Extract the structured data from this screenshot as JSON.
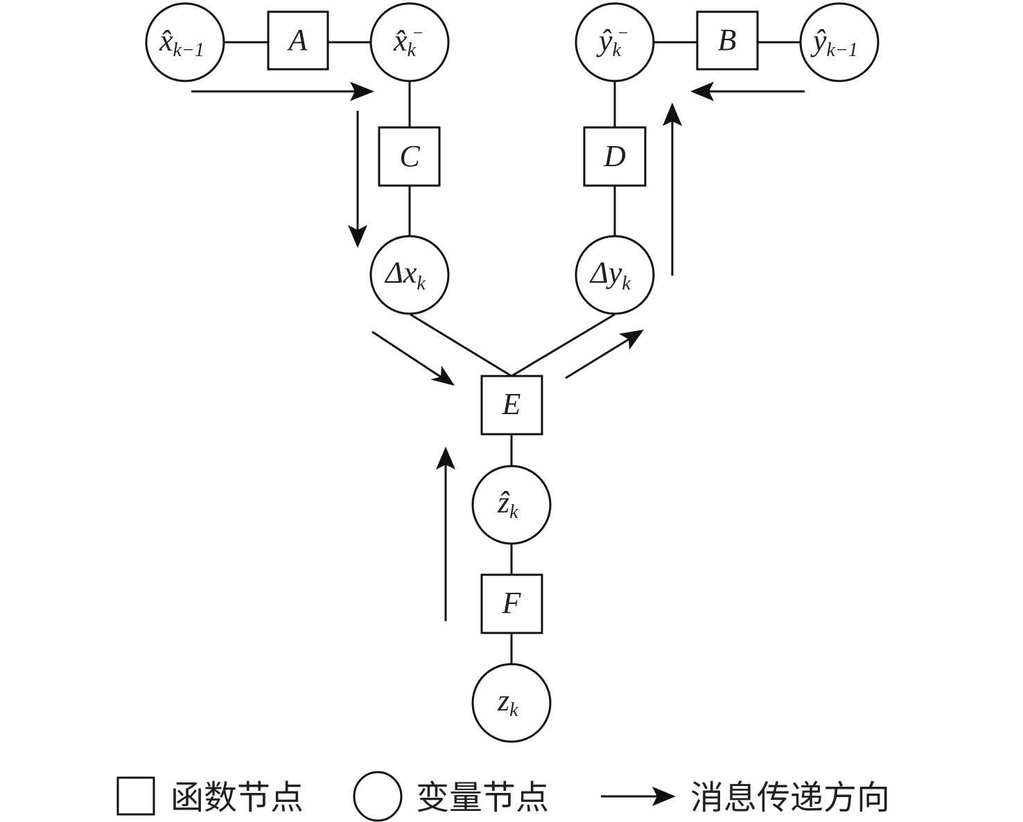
{
  "nodes": {
    "x_hat_k_minus_1": {
      "type": "variable",
      "label": "x̂",
      "sub": "k−1",
      "sup": ""
    },
    "A": {
      "type": "function",
      "label": "A"
    },
    "x_hat_k_prior": {
      "type": "variable",
      "label": "x̂",
      "sub": "k",
      "sup": "−"
    },
    "y_hat_k_prior": {
      "type": "variable",
      "label": "ŷ",
      "sub": "k",
      "sup": "−"
    },
    "B": {
      "type": "function",
      "label": "B"
    },
    "y_hat_k_minus_1": {
      "type": "variable",
      "label": "ŷ",
      "sub": "k−1",
      "sup": ""
    },
    "C": {
      "type": "function",
      "label": "C"
    },
    "D": {
      "type": "function",
      "label": "D"
    },
    "delta_x_k": {
      "type": "variable",
      "label": "Δx",
      "sub": "k",
      "sup": ""
    },
    "delta_y_k": {
      "type": "variable",
      "label": "Δy",
      "sub": "k",
      "sup": ""
    },
    "E": {
      "type": "function",
      "label": "E"
    },
    "z_hat_k": {
      "type": "variable",
      "label": "ẑ",
      "sub": "k",
      "sup": ""
    },
    "F": {
      "type": "function",
      "label": "F"
    },
    "z_k": {
      "type": "variable",
      "label": "z",
      "sub": "k",
      "sup": ""
    }
  },
  "edges": [
    [
      "x_hat_k_minus_1",
      "A"
    ],
    [
      "A",
      "x_hat_k_prior"
    ],
    [
      "y_hat_k_prior",
      "B"
    ],
    [
      "B",
      "y_hat_k_minus_1"
    ],
    [
      "x_hat_k_prior",
      "C"
    ],
    [
      "C",
      "delta_x_k"
    ],
    [
      "y_hat_k_prior",
      "D"
    ],
    [
      "D",
      "delta_y_k"
    ],
    [
      "delta_x_k",
      "E"
    ],
    [
      "delta_y_k",
      "E"
    ],
    [
      "E",
      "z_hat_k"
    ],
    [
      "z_hat_k",
      "F"
    ],
    [
      "F",
      "z_k"
    ]
  ],
  "message_flow": [
    "x_hat_k_minus_1 → x_hat_k_prior",
    "x_hat_k_prior → delta_x_k",
    "delta_x_k → E",
    "z_k → E",
    "E → delta_y_k",
    "delta_y_k → y_hat_k_prior",
    "y_hat_k_minus_1 → y_hat_k_prior"
  ],
  "legend": {
    "function_node": "函数节点",
    "variable_node": "变量节点",
    "message_direction": "消息传递方向"
  }
}
